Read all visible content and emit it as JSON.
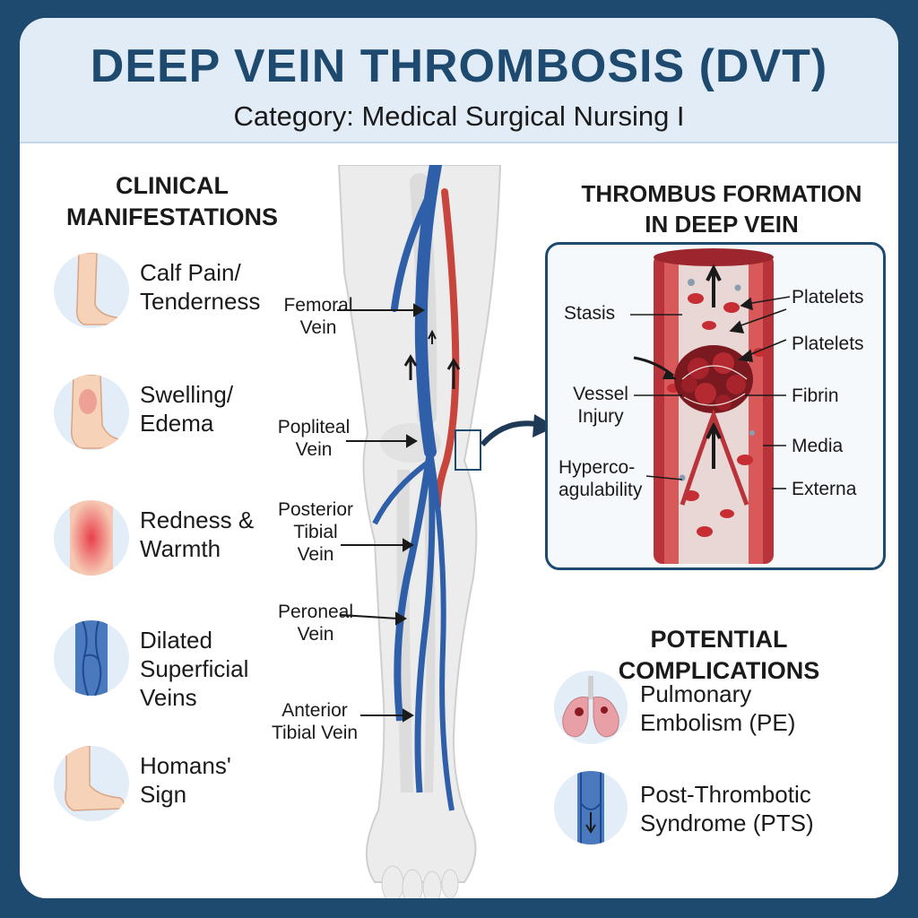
{
  "header": {
    "title": "DEEP VEIN THROMBOSIS (DVT)",
    "subtitle": "Category: Medical Surgical Nursing I"
  },
  "manifestations": {
    "title_line1": "CLINICAL",
    "title_line2": "MANIFESTATIONS",
    "items": [
      {
        "line1": "Calf Pain/",
        "line2": "Tenderness",
        "line3": "",
        "icon": "calf-leg-icon"
      },
      {
        "line1": "Swelling/",
        "line2": "Edema",
        "line3": "",
        "icon": "swollen-leg-icon"
      },
      {
        "line1": "Redness &",
        "line2": "Warmth",
        "line3": "",
        "icon": "redness-skin-icon"
      },
      {
        "line1": "Dilated",
        "line2": "Superficial",
        "line3": "Veins",
        "icon": "dilated-veins-icon"
      },
      {
        "line1": "Homans'",
        "line2": "Sign",
        "line3": "",
        "icon": "foot-dorsiflexion-icon"
      }
    ]
  },
  "veins": {
    "femoral": {
      "line1": "Femoral",
      "line2": "Vein"
    },
    "popliteal": {
      "line1": "Popliteal",
      "line2": "Vein"
    },
    "posterior_tibial": {
      "line1": "Posterior",
      "line2": "Tibial",
      "line3": "Vein"
    },
    "peroneal": {
      "line1": "Peroneal",
      "line2": "Vein"
    },
    "anterior_tibial": {
      "line1": "Anterior",
      "line2": "Tibial Vein"
    }
  },
  "thrombus": {
    "title_line1": "THROMBUS FORMATION",
    "title_line2": "IN DEEP VEIN",
    "left_labels": {
      "stasis": "Stasis",
      "vessel_l1": "Vessel",
      "vessel_l2": "Injury",
      "hyper_l1": "Hyperco-",
      "hyper_l2": "agulability"
    },
    "right_labels": {
      "platelets1": "Platelets",
      "platelets2": "Platelets",
      "fibrin": "Fibrin",
      "media": "Media",
      "externa": "Externa"
    }
  },
  "complications": {
    "title": "POTENTIAL COMPLICATIONS",
    "items": [
      {
        "line1": "Pulmonary",
        "line2": "Embolism (PE)",
        "icon": "lungs-icon"
      },
      {
        "line1": "Post-Thrombotic",
        "line2": "Syndrome (PTS)",
        "icon": "vein-valve-icon"
      }
    ]
  },
  "colors": {
    "brand_navy": "#1f4a70",
    "vein_blue": "#2f5fa8",
    "artery_red": "#c8453d",
    "clot_red": "#a8232b"
  }
}
